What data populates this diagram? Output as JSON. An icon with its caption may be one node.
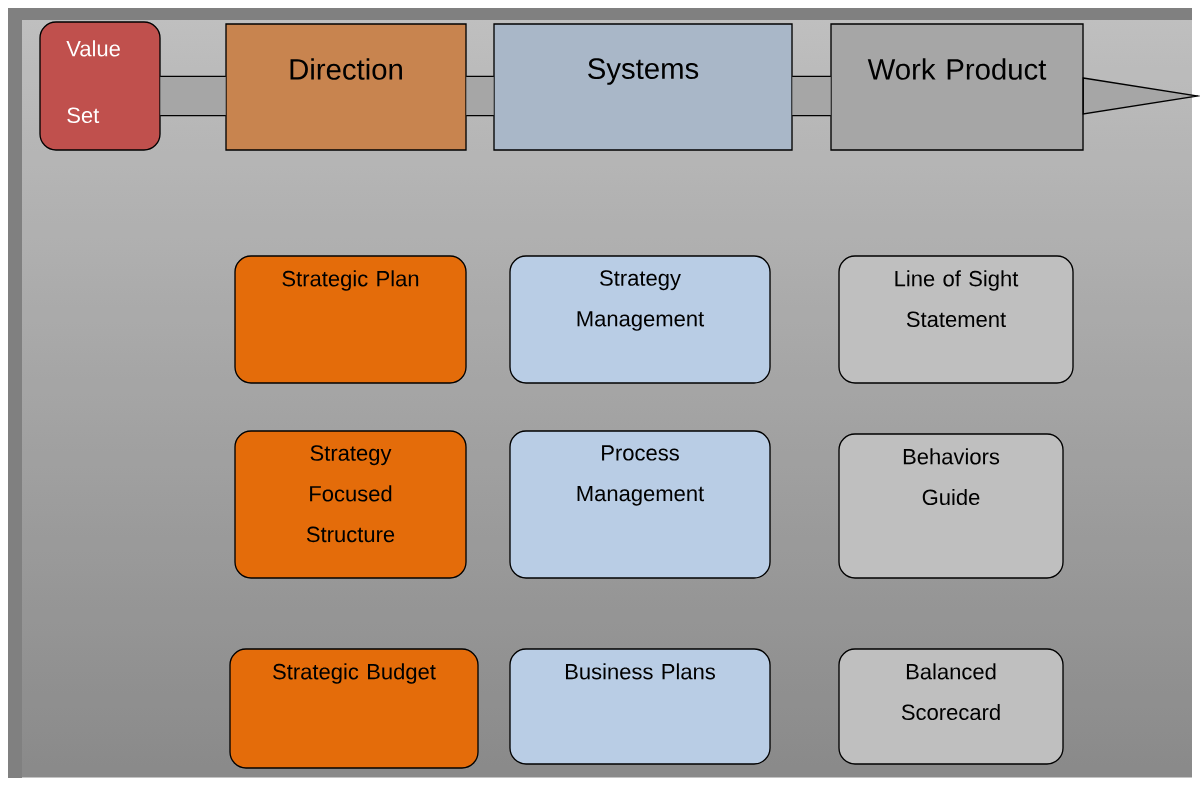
{
  "diagram": {
    "nodes": [
      {
        "text": [
          "Value Set"
        ]
      },
      {
        "text": [
          "Direction"
        ]
      },
      {
        "text": [
          "Systems"
        ]
      },
      {
        "text": [
          "Work Product"
        ]
      },
      {
        "text": [
          "Strategic Plan"
        ]
      },
      {
        "text": [
          "Strategy Management"
        ]
      },
      {
        "text": [
          "Line of Sight Statement"
        ]
      },
      {
        "text": [
          "Strategy Focused Structure"
        ]
      },
      {
        "text": [
          "Process Management"
        ]
      },
      {
        "text": [
          "Behaviors Guide"
        ]
      },
      {
        "text": [
          "Strategic Budget"
        ]
      },
      {
        "text": [
          "Business Plans"
        ]
      },
      {
        "text": [
          "Balanced Scorecard"
        ]
      }
    ],
    "edges": [
      {
        "from": 0,
        "to": 1,
        "arrow": "none"
      },
      {
        "from": 1,
        "to": 2,
        "arrow": "none"
      },
      {
        "from": 2,
        "to": 3,
        "arrow": "none"
      },
      {
        "from": 3,
        "to": null,
        "arrow": "to"
      }
    ]
  }
}
